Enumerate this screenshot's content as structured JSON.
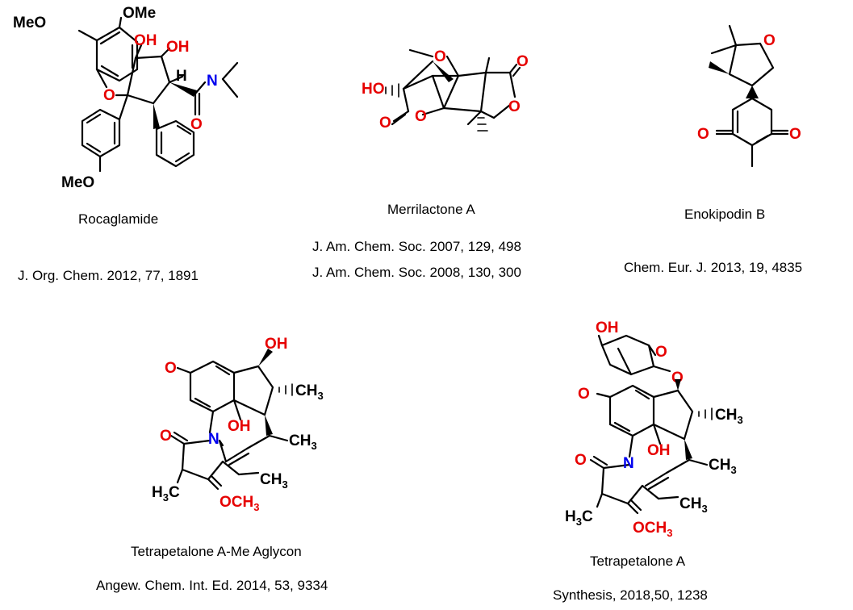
{
  "compounds": [
    {
      "name": "Rocaglamide",
      "references": [
        "J. Org. Chem. 2012, 77, 1891"
      ],
      "atom_labels": [
        "MeO",
        "OMe",
        "OH",
        "OH",
        "H",
        "O",
        "N",
        "O",
        "MeO"
      ]
    },
    {
      "name": "Merrilactone A",
      "references": [
        "J. Am. Chem. Soc. 2007, 129, 498",
        "J. Am. Chem. Soc. 2008, 130, 300"
      ],
      "atom_labels": [
        "O",
        "O",
        "O",
        "HO",
        "O",
        "O"
      ]
    },
    {
      "name": "Enokipodin B",
      "references": [
        "Chem. Eur. J. 2013, 19, 4835"
      ],
      "atom_labels": [
        "O",
        "O",
        "O"
      ]
    },
    {
      "name": "Tetrapetalone A-Me Aglycon",
      "references": [
        "Angew. Chem. Int. Ed. 2014, 53, 9334"
      ],
      "atom_labels": [
        "OH",
        "O",
        "CH",
        "3",
        "OH",
        "O",
        "N",
        "CH",
        "3",
        "CH",
        "3",
        "H",
        "3",
        "C",
        "OCH",
        "3"
      ]
    },
    {
      "name": "Tetrapetalone A",
      "references": [
        "Synthesis, 2018,50, 1238"
      ],
      "atom_labels": [
        "OH",
        "O",
        "O",
        "O",
        "CH",
        "3",
        "OH",
        "O",
        "N",
        "CH",
        "3",
        "CH",
        "3",
        "H",
        "3",
        "C",
        "OCH",
        "3"
      ]
    }
  ],
  "colors": {
    "oxygen": "#e60000",
    "nitrogen": "#0000ee",
    "carbon": "#000000"
  }
}
